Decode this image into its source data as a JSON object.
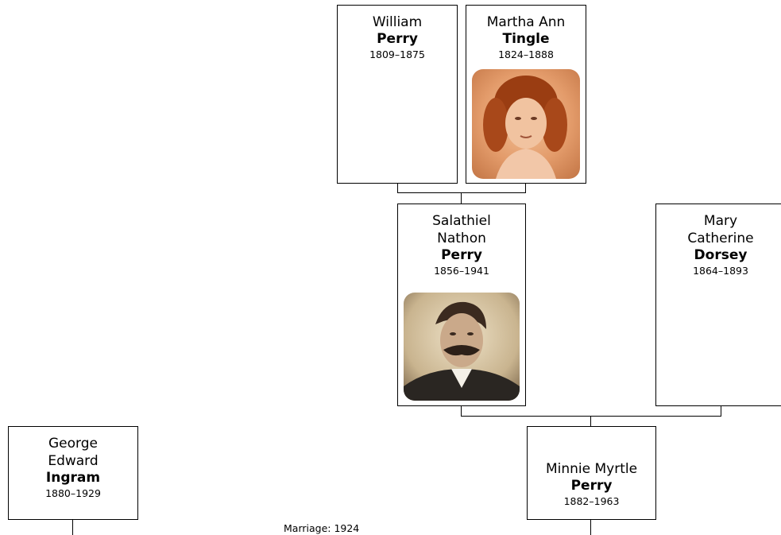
{
  "people": {
    "william": {
      "given": "William",
      "surname": "Perry",
      "dates": "1809–1875"
    },
    "martha": {
      "given": "Martha Ann",
      "surname": "Tingle",
      "dates": "1824–1888"
    },
    "salathiel": {
      "given_line1": "Salathiel",
      "given_line2": "Nathon",
      "surname": "Perry",
      "dates": "1856–1941"
    },
    "mary": {
      "given_line1": "Mary",
      "given_line2": "Catherine",
      "surname": "Dorsey",
      "dates": "1864–1893"
    },
    "george": {
      "given_line1": "George",
      "given_line2": "Edward",
      "surname": "Ingram",
      "dates": "1880–1929"
    },
    "minnie": {
      "given": "Minnie Myrtle",
      "surname": "Perry",
      "dates": "1882–1963"
    }
  },
  "marriage": {
    "label": "Marriage: 1924"
  }
}
